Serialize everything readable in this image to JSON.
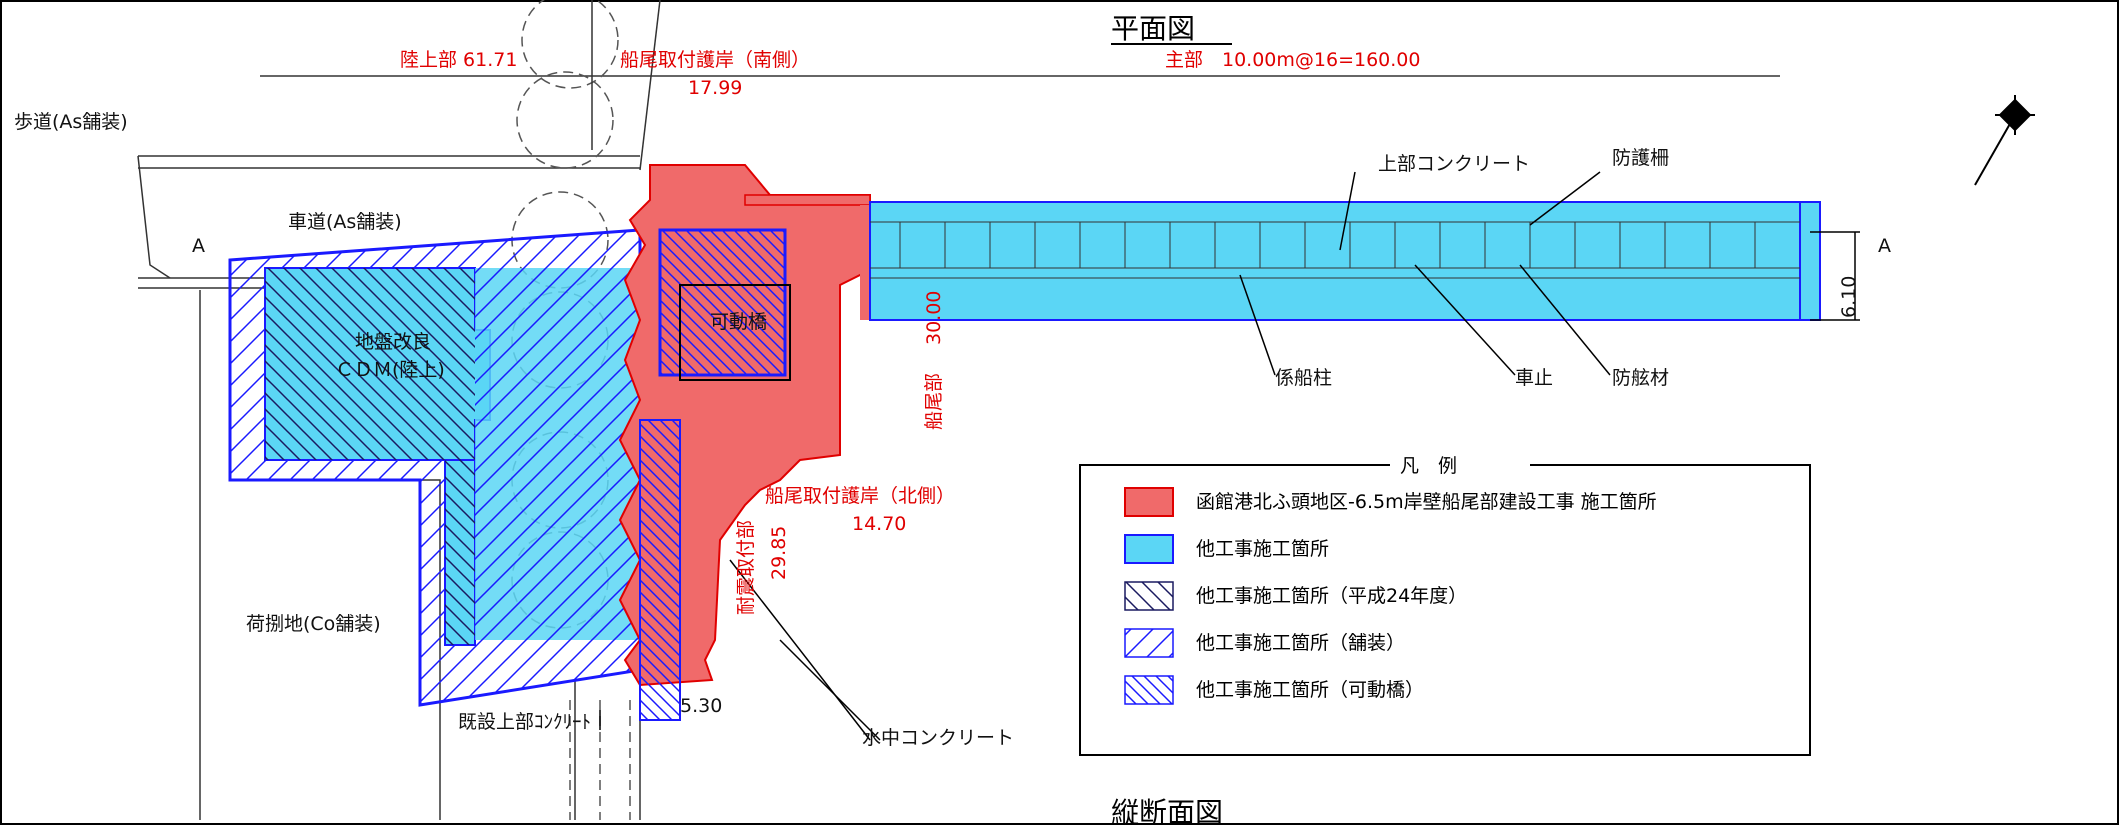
{
  "titles": {
    "plan": "平面図",
    "section": "縦断面図"
  },
  "dimensions": {
    "land_part": "陸上部 61.71",
    "stern_south_label": "船尾取付護岸（南側）",
    "stern_south_value": "17.99",
    "main_part": "主部　10.00m@16=160.00",
    "stern_north_label": "船尾取付護岸（北側）",
    "stern_north_value": "14.70",
    "stern_part": "船尾部",
    "stern_part_value": "30.00",
    "seismic_part": "耐震取付部",
    "seismic_value": "29.85",
    "width_value": "6.10",
    "bottom_value": "5.30"
  },
  "labels": {
    "sidewalk": "歩道(As舗装)",
    "roadway": "車道(As舗装)",
    "ground_improvement": "地盤改良",
    "cdm": "ＣＤＭ(陸上)",
    "movable_bridge": "可動橋",
    "cargo_yard": "荷捌地(Co舗装)",
    "existing_upper": "既設上部ｺﾝｸﾘｰﾄ",
    "underwater_concrete": "水中コンクリート",
    "upper_concrete": "上部コンクリート",
    "guard_fence": "防護柵",
    "mooring_post": "係船柱",
    "car_stop": "車止",
    "fender": "防舷材",
    "section_a": "A"
  },
  "legend": {
    "title": "凡　例",
    "items": [
      {
        "label": "函館港北ふ頭地区-6.5m岸壁船尾部建設工事 施工箇所",
        "swatch": "red"
      },
      {
        "label": "他工事施工箇所",
        "swatch": "blue"
      },
      {
        "label": "他工事施工箇所（平成24年度）",
        "swatch": "hatch-back"
      },
      {
        "label": "他工事施工箇所（舗装）",
        "swatch": "hatch-fwd"
      },
      {
        "label": "他工事施工箇所（可動橋）",
        "swatch": "hatch-back-blue"
      }
    ]
  },
  "colors": {
    "red_fill": "#f06a6a",
    "red_line": "#e00000",
    "blue_fill": "#5bd6f5",
    "blue_line": "#1a1aff"
  }
}
